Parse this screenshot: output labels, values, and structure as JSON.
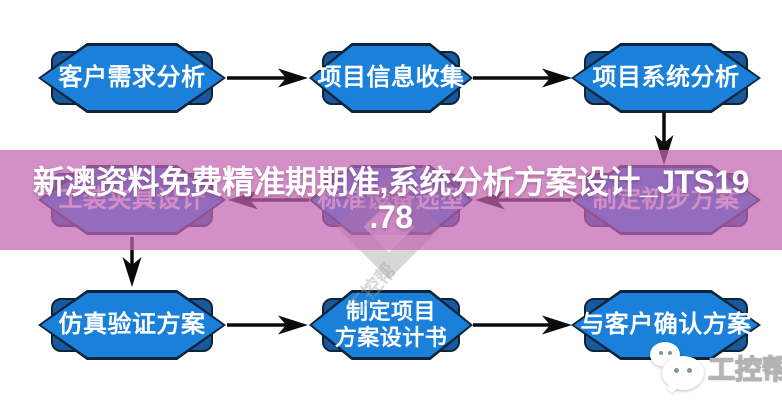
{
  "banner": {
    "title_full": "新澳资料免费精准期期准,系统分析方案设计_JTS19.78",
    "line1": "新澳资料免费精准期期准,系统分析方案设计_JTS19",
    "line2": ".78",
    "bg_color": "rgba(196,100,178,0.72)",
    "text_color": "#ffffff"
  },
  "flowchart": {
    "colors": {
      "hexagon_fill": "#1a80d9",
      "plate_fill": "#17599c",
      "outline": "#0e2439",
      "arrow": "#0b0b0b",
      "label_text": "#ffffff"
    },
    "nodes": [
      {
        "label": "客户需求分析"
      },
      {
        "label": "项目信息收集"
      },
      {
        "label": "项目系统分析"
      },
      {
        "label": "制定初步方案"
      },
      {
        "label": "标准设备选型"
      },
      {
        "label": "工装夹具设计"
      },
      {
        "label": "仿真验证方案"
      },
      {
        "label": "制定项目\n方案设计书"
      },
      {
        "label": "与客户确认方案"
      }
    ]
  },
  "watermarks": {
    "diagonal_text_1": "工控帮",
    "diagonal_text_2": "工控帮",
    "corner_brand": "工控帮"
  }
}
